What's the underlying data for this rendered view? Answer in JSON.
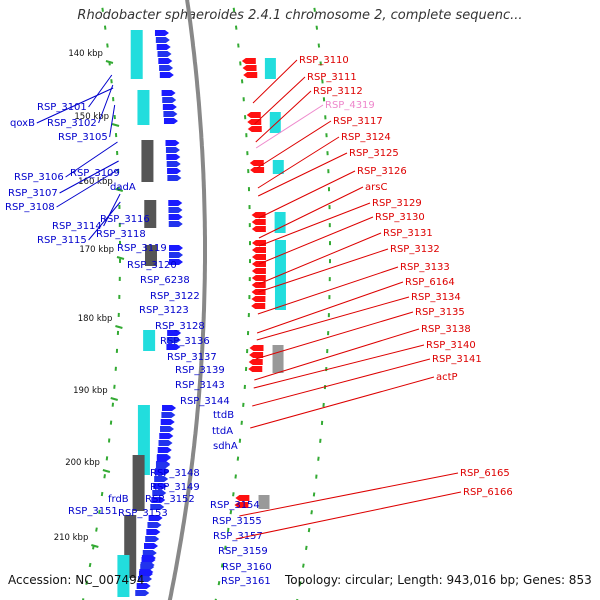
{
  "title": "Rhodobacter sphaeroides 2.4.1 chromosome 2, complete sequenc...",
  "footer": {
    "accession": "Accession: NC_007494",
    "topology": "Topology: circular; Length: 943,016 bp; Genes: 853"
  },
  "colors": {
    "forward_label": "#0000cc",
    "reverse_label": "#dd0000",
    "pink_label": "#ee88cc",
    "backbone": "#888888",
    "tick": "#33aa33"
  },
  "ticks": [
    "140 kbp",
    "150 kbp",
    "160 kbp",
    "170 kbp",
    "180 kbp",
    "190 kbp",
    "200 kbp",
    "210 kbp"
  ],
  "left_labels": [
    "RSP_3101",
    "qoxB",
    "RSP_3102",
    "RSP_3105",
    "RSP_3106",
    "RSP_3109",
    "RSP_3107",
    "dadA",
    "RSP_3108",
    "RSP_3114",
    "RSP_3116",
    "RSP_3115",
    "RSP_3118",
    "RSP_3119",
    "RSP_3120",
    "RSP_6238",
    "RSP_3122",
    "RSP_3123",
    "RSP_3128",
    "RSP_3136",
    "RSP_3137",
    "RSP_3139",
    "RSP_3143",
    "RSP_3144",
    "ttdB",
    "ttdA",
    "sdhA",
    "RSP_3148",
    "RSP_3149",
    "frdB",
    "RSP_3152",
    "RSP_3151",
    "RSP_3153",
    "RSP_3154",
    "RSP_3155",
    "RSP_3157",
    "RSP_3159",
    "RSP_3160",
    "RSP_3161"
  ],
  "right_labels": [
    "RSP_3110",
    "RSP_3111",
    "RSP_3112",
    "RSP_4319",
    "RSP_3117",
    "RSP_3124",
    "RSP_3125",
    "RSP_3126",
    "arsC",
    "RSP_3129",
    "RSP_3130",
    "RSP_3131",
    "RSP_3132",
    "RSP_3133",
    "RSP_6164",
    "RSP_3134",
    "RSP_3135",
    "RSP_3138",
    "RSP_3140",
    "RSP_3141",
    "actP",
    "RSP_6165",
    "RSP_6166"
  ]
}
